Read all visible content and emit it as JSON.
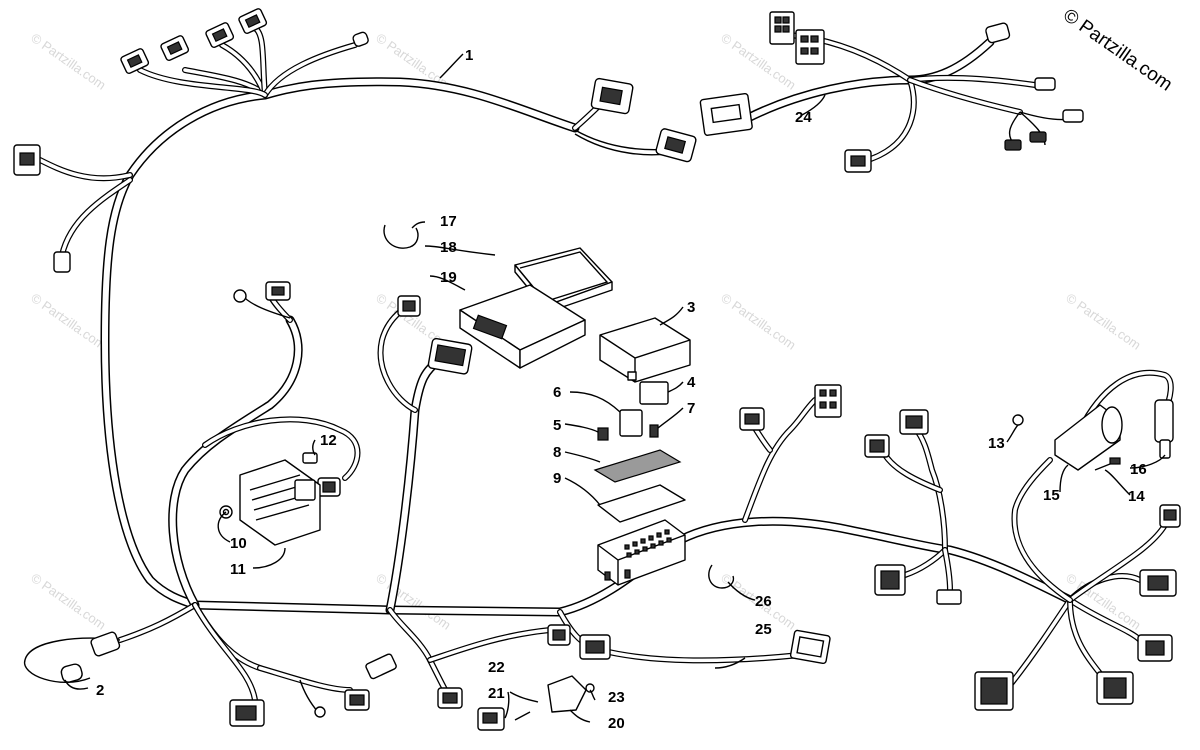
{
  "copyright": "© Partzilla.com",
  "watermark_text": "© Partzilla.com",
  "callouts": [
    "1",
    "2",
    "3",
    "4",
    "5",
    "6",
    "7",
    "8",
    "9",
    "10",
    "11",
    "12",
    "13",
    "14",
    "15",
    "16",
    "17",
    "18",
    "19",
    "20",
    "21",
    "22",
    "23",
    "24",
    "25",
    "26"
  ]
}
